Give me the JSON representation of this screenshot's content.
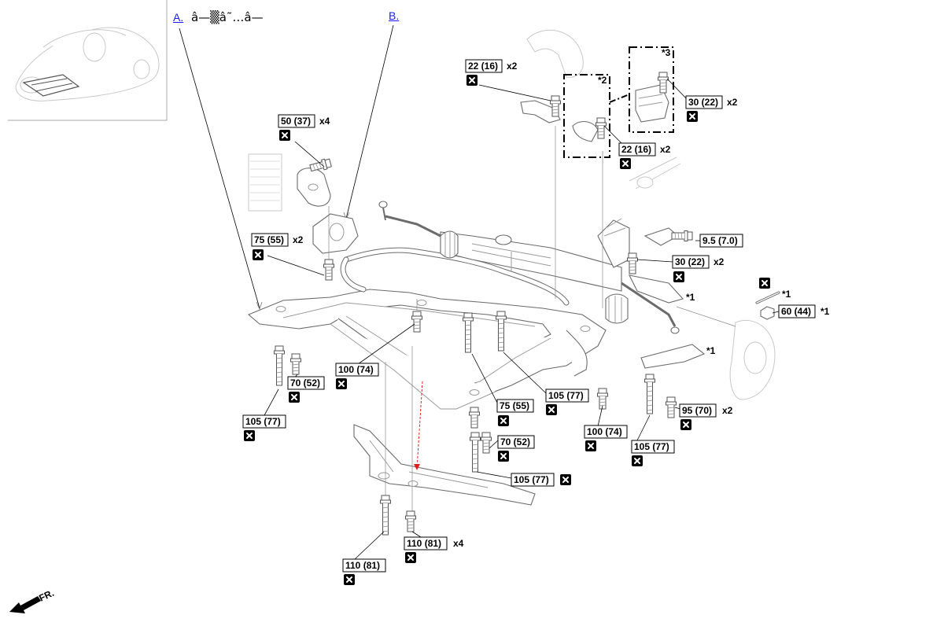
{
  "callouts": {
    "a_label": "A.",
    "a_text": "â—▒â˜…â—",
    "b_label": "B."
  },
  "torques": [
    {
      "id": "t1",
      "value": "50 (37)",
      "mult": "x4"
    },
    {
      "id": "t2",
      "value": "75 (55)",
      "mult": "x2"
    },
    {
      "id": "t3",
      "value": "22 (16)",
      "mult": "x2"
    },
    {
      "id": "t4",
      "value": "22 (16)",
      "mult": "x2"
    },
    {
      "id": "t5",
      "value": "30 (22)",
      "mult": "x2"
    },
    {
      "id": "t6",
      "value": "9.5 (7.0)",
      "mult": ""
    },
    {
      "id": "t7",
      "value": "30 (22)",
      "mult": "x2"
    },
    {
      "id": "t8",
      "value": "60 (44)",
      "mult": "*1"
    },
    {
      "id": "t9",
      "value": "100 (74)",
      "mult": ""
    },
    {
      "id": "t10",
      "value": "70 (52)",
      "mult": ""
    },
    {
      "id": "t11",
      "value": "105 (77)",
      "mult": ""
    },
    {
      "id": "t12",
      "value": "75 (55)",
      "mult": ""
    },
    {
      "id": "t13",
      "value": "105 (77)",
      "mult": ""
    },
    {
      "id": "t14",
      "value": "70 (52)",
      "mult": ""
    },
    {
      "id": "t15",
      "value": "105 (77)",
      "mult": ""
    },
    {
      "id": "t16",
      "value": "100 (74)",
      "mult": ""
    },
    {
      "id": "t17",
      "value": "105 (77)",
      "mult": ""
    },
    {
      "id": "t18",
      "value": "95 (70)",
      "mult": "x2"
    },
    {
      "id": "t19",
      "value": "110 (81)",
      "mult": "x4"
    },
    {
      "id": "t20",
      "value": "110 (81)",
      "mult": ""
    }
  ],
  "notes": {
    "star1_a": "*1",
    "star1_b": "*1",
    "star1_c": "*1",
    "star1_d": "*1",
    "star2": "*2",
    "star3": "*3"
  },
  "direction": {
    "label": "FR."
  },
  "icons": {
    "non_reusable": "x-box-icon"
  }
}
